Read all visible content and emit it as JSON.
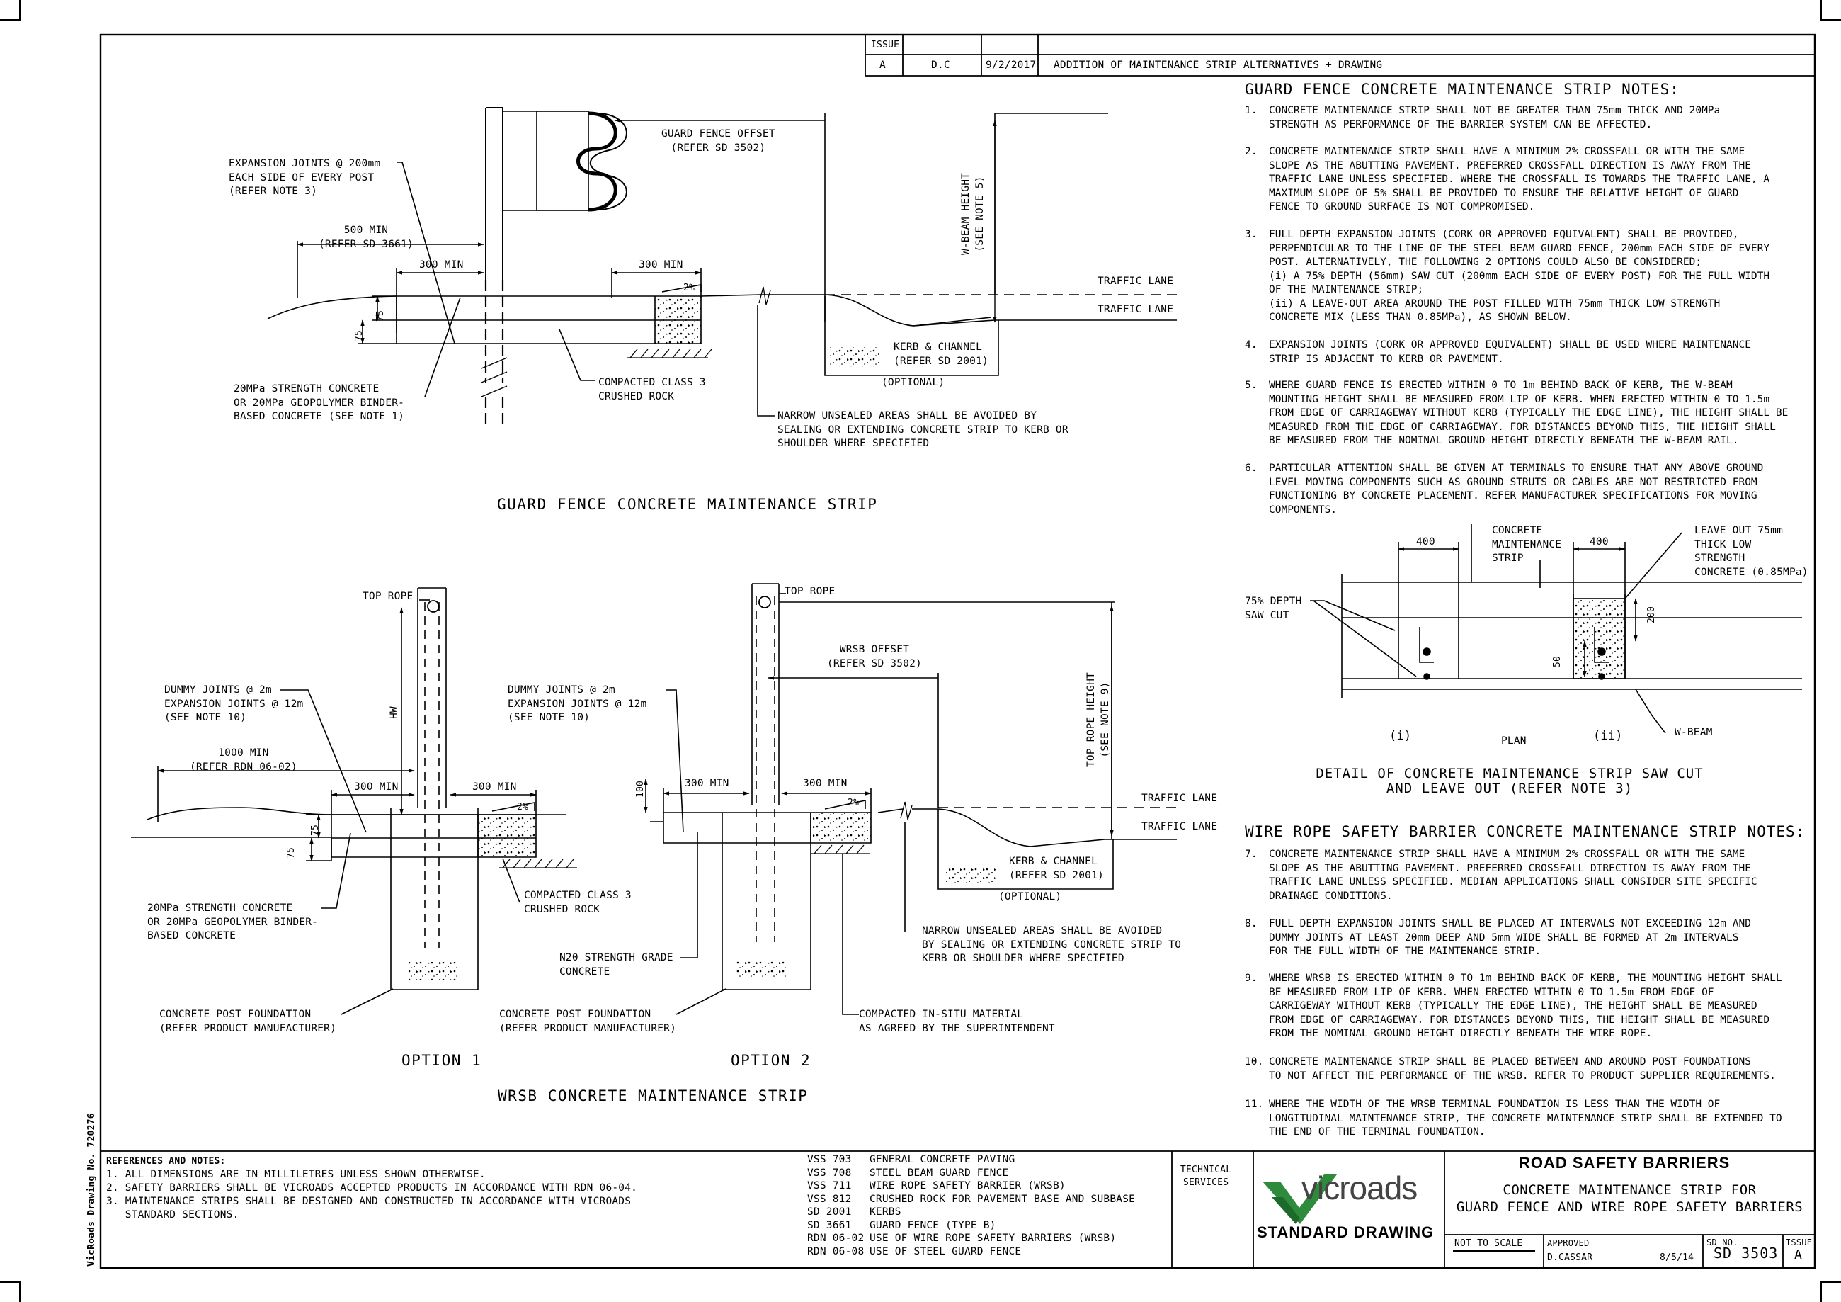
{
  "issue_table": {
    "header": "ISSUE",
    "issue": "A",
    "by": "D.C",
    "date": "9/2/2017",
    "description": "ADDITION OF MAINTENANCE STRIP ALTERNATIVES + DRAWING"
  },
  "gf": {
    "caption": "GUARD FENCE CONCRETE MAINTENANCE STRIP",
    "expansion_joints": "EXPANSION JOINTS @ 200mm\nEACH SIDE OF EVERY POST\n(REFER NOTE 3)",
    "min500": "500 MIN\n(REFER SD 3661)",
    "min300a": "300 MIN",
    "min300b": "300 MIN",
    "offset": "GUARD FENCE OFFSET\n(REFER SD 3502)",
    "wbeam_height": "W-BEAM HEIGHT\n(SEE NOTE 5)",
    "traffic_lane_1": "TRAFFIC LANE",
    "traffic_lane_2": "TRAFFIC LANE",
    "pct": "2%",
    "dim75a": "75",
    "dim75b": "75",
    "kerb": "KERB & CHANNEL\n(REFER SD 2001)",
    "optional": "(OPTIONAL)",
    "concrete": "20MPa STRENGTH CONCRETE\nOR 20MPa GEOPOLYMER BINDER-\nBASED CONCRETE (SEE NOTE 1)",
    "crushed": "COMPACTED CLASS 3\nCRUSHED ROCK",
    "narrow": "NARROW UNSEALED AREAS SHALL BE AVOIDED BY\nSEALING OR EXTENDING CONCRETE STRIP TO KERB OR\nSHOULDER WHERE SPECIFIED"
  },
  "wrsb": {
    "caption": "WRSB CONCRETE MAINTENANCE STRIP",
    "option1": "OPTION 1",
    "option2": "OPTION 2",
    "top_rope_1": "TOP ROPE",
    "top_rope_2": "TOP ROPE",
    "hw": "HW",
    "dummy_1": "DUMMY JOINTS @ 2m\nEXPANSION JOINTS @ 12m\n(SEE NOTE 10)",
    "dummy_2": "DUMMY JOINTS @ 2m\nEXPANSION JOINTS @ 12m\n(SEE NOTE 10)",
    "min1000": "1000 MIN\n(REFER RDN 06-02)",
    "o1_min300a": "300 MIN",
    "o1_min300b": "300 MIN",
    "o2_min300a": "300 MIN",
    "o2_min300b": "300 MIN",
    "pct1": "2%",
    "pct2": "2%",
    "dim100": "100",
    "dim75a": "75",
    "dim75b": "75",
    "offset": "WRSB OFFSET\n(REFER SD 3502)",
    "top_rope_height": "TOP ROPE HEIGHT\n(SEE NOTE 9)",
    "traffic_lane_1": "TRAFFIC LANE",
    "traffic_lane_2": "TRAFFIC LANE",
    "kerb": "KERB & CHANNEL\n(REFER SD 2001)",
    "optional": "(OPTIONAL)",
    "concrete": "20MPa STRENGTH CONCRETE\nOR 20MPa GEOPOLYMER BINDER-\nBASED CONCRETE",
    "crushed": "COMPACTED CLASS 3\nCRUSHED ROCK",
    "n20": "N20 STRENGTH GRADE\nCONCRETE",
    "narrow": "NARROW UNSEALED AREAS SHALL BE AVOIDED\nBY SEALING OR EXTENDING CONCRETE STRIP TO\nKERB OR SHOULDER WHERE SPECIFIED",
    "post_foundation_1": "CONCRETE POST FOUNDATION\n(REFER PRODUCT MANUFACTURER)",
    "post_foundation_2": "CONCRETE POST FOUNDATION\n(REFER PRODUCT MANUFACTURER)",
    "insitu": "COMPACTED IN-SITU MATERIAL\nAS AGREED BY THE SUPERINTENDENT"
  },
  "gf_notes": {
    "heading": "GUARD FENCE CONCRETE MAINTENANCE STRIP NOTES:",
    "items": [
      {
        "num": "1.",
        "text": "CONCRETE MAINTENANCE STRIP SHALL NOT BE GREATER THAN 75mm THICK AND 20MPa\nSTRENGTH AS PERFORMANCE OF THE BARRIER SYSTEM CAN BE AFFECTED."
      },
      {
        "num": "2.",
        "text": "CONCRETE MAINTENANCE STRIP SHALL HAVE A MINIMUM 2% CROSSFALL OR WITH THE SAME\nSLOPE AS THE ABUTTING PAVEMENT. PREFERRED CROSSFALL DIRECTION IS AWAY FROM THE\nTRAFFIC LANE UNLESS SPECIFIED. WHERE THE CROSSFALL IS TOWARDS THE TRAFFIC LANE, A\nMAXIMUM SLOPE OF 5% SHALL BE PROVIDED TO ENSURE THE RELATIVE HEIGHT OF GUARD\nFENCE TO GROUND SURFACE IS NOT COMPROMISED."
      },
      {
        "num": "3.",
        "text": "FULL DEPTH EXPANSION JOINTS (CORK OR APPROVED EQUIVALENT) SHALL BE PROVIDED,\nPERPENDICULAR TO THE LINE OF THE STEEL BEAM GUARD FENCE, 200mm EACH SIDE OF EVERY\nPOST. ALTERNATIVELY, THE FOLLOWING 2 OPTIONS COULD ALSO BE CONSIDERED;\n(i) A 75% DEPTH (56mm) SAW CUT (200mm EACH SIDE OF EVERY POST) FOR THE FULL WIDTH\nOF THE MAINTENANCE STRIP;\n(ii) A LEAVE-OUT AREA AROUND THE POST FILLED WITH 75mm THICK LOW STRENGTH\nCONCRETE MIX (LESS THAN 0.85MPa), AS SHOWN BELOW."
      },
      {
        "num": "4.",
        "text": "EXPANSION JOINTS (CORK OR APPROVED EQUIVALENT) SHALL BE USED WHERE MAINTENANCE\nSTRIP IS ADJACENT TO KERB OR PAVEMENT."
      },
      {
        "num": "5.",
        "text": "WHERE GUARD FENCE IS ERECTED WITHIN 0 TO 1m BEHIND BACK OF KERB, THE W-BEAM\nMOUNTING HEIGHT SHALL BE MEASURED FROM LIP OF KERB. WHEN ERECTED WITHIN 0 TO 1.5m\nFROM EDGE OF CARRIAGEWAY WITHOUT KERB (TYPICALLY THE EDGE LINE), THE HEIGHT SHALL BE\nMEASURED FROM THE EDGE OF CARRIAGEWAY. FOR DISTANCES BEYOND THIS, THE HEIGHT SHALL\nBE MEASURED FROM THE NOMINAL GROUND HEIGHT DIRECTLY BENEATH THE W-BEAM RAIL."
      },
      {
        "num": "6.",
        "text": "PARTICULAR ATTENTION SHALL BE GIVEN AT TERMINALS TO ENSURE THAT ANY ABOVE GROUND\nLEVEL MOVING COMPONENTS SUCH AS GROUND STRUTS OR CABLES ARE NOT RESTRICTED FROM\nFUNCTIONING BY CONCRETE PLACEMENT. REFER MANUFACTURER SPECIFICATIONS FOR MOVING\nCOMPONENTS."
      }
    ]
  },
  "detail": {
    "dim400a": "400",
    "dim400b": "400",
    "concrete_strip": "CONCRETE\nMAINTENANCE\nSTRIP",
    "leave_out": "LEAVE OUT 75mm\nTHICK LOW\nSTRENGTH\nCONCRETE (0.85MPa)",
    "saw_cut": "75% DEPTH\nSAW CUT",
    "dim200": "200",
    "dim50": "50",
    "label_i": "(i)",
    "label_plan": "PLAN",
    "label_ii": "(ii)",
    "wbeam": "W-BEAM",
    "caption": "DETAIL OF CONCRETE MAINTENANCE STRIP SAW CUT\nAND LEAVE OUT (REFER NOTE 3)"
  },
  "wrsb_notes": {
    "heading": "WIRE ROPE SAFETY BARRIER CONCRETE MAINTENANCE STRIP NOTES:",
    "items": [
      {
        "num": "7.",
        "text": "CONCRETE MAINTENANCE STRIP SHALL HAVE A MINIMUM 2% CROSSFALL OR WITH THE SAME\nSLOPE AS THE ABUTTING PAVEMENT. PREFERRED CROSSFALL DIRECTION IS AWAY FROM THE\nTRAFFIC LANE UNLESS SPECIFIED. MEDIAN APPLICATIONS SHALL CONSIDER SITE SPECIFIC\nDRAINAGE CONDITIONS."
      },
      {
        "num": "8.",
        "text": "FULL DEPTH EXPANSION JOINTS SHALL BE PLACED AT INTERVALS NOT EXCEEDING 12m AND\nDUMMY JOINTS AT LEAST 20mm DEEP AND 5mm WIDE SHALL BE FORMED AT 2m INTERVALS\nFOR THE FULL WIDTH OF THE MAINTENANCE STRIP."
      },
      {
        "num": "9.",
        "text": "WHERE WRSB IS ERECTED WITHIN 0 TO 1m BEHIND BACK OF KERB, THE MOUNTING HEIGHT SHALL\nBE MEASURED FROM LIP OF KERB. WHEN ERECTED WITHIN 0 TO 1.5m FROM EDGE OF\nCARRIGEWAY WITHOUT KERB (TYPICALLY THE EDGE LINE), THE HEIGHT SHALL BE MEASURED\nFROM EDGE OF CARRIAGEWAY. FOR DISTANCES BEYOND THIS, THE HEIGHT SHALL BE MEASURED\nFROM THE NOMINAL GROUND HEIGHT DIRECTLY BENEATH THE WIRE ROPE."
      },
      {
        "num": "10.",
        "text": "CONCRETE MAINTENANCE STRIP SHALL BE PLACED BETWEEN AND AROUND POST FOUNDATIONS\nTO NOT AFFECT THE PERFORMANCE OF THE WRSB. REFER TO PRODUCT SUPPLIER REQUIREMENTS."
      },
      {
        "num": "11.",
        "text": "WHERE THE WIDTH OF THE WRSB TERMINAL FOUNDATION IS LESS THAN THE WIDTH OF\nLONGITUDINAL MAINTENANCE STRIP, THE CONCRETE MAINTENANCE STRIP SHALL BE EXTENDED TO\nTHE END OF THE TERMINAL FOUNDATION."
      }
    ]
  },
  "title_block": {
    "refs_heading": "REFERENCES AND NOTES:",
    "refs": "1. ALL DIMENSIONS ARE IN MILLILETRES UNLESS SHOWN OTHERWISE.\n2. SAFETY BARRIERS SHALL BE VICROADS ACCEPTED PRODUCTS IN ACCORDANCE WITH RDN 06-04.\n3. MAINTENANCE STRIPS SHALL BE DESIGNED AND CONSTRUCTED IN ACCORDANCE WITH VICROADS\n   STANDARD SECTIONS.",
    "std_codes": "VSS 703\nVSS 708\nVSS 711\nVSS 812\nSD 2001\nSD 3661\nRDN 06-02\nRDN 06-08",
    "std_titles": "GENERAL CONCRETE PAVING\nSTEEL BEAM GUARD FENCE\nWIRE ROPE SAFETY BARRIER (WRSB)\nCRUSHED ROCK FOR PAVEMENT BASE AND SUBBASE\nKERBS\nGUARD FENCE (TYPE B)\nUSE OF WIRE ROPE SAFETY BARRIERS (WRSB)\nUSE OF STEEL GUARD FENCE",
    "tech_services": "TECHNICAL\nSERVICES",
    "logo_text": "vicroads",
    "standard_drawing": "STANDARD DRAWING",
    "title_main": "ROAD SAFETY BARRIERS",
    "title_sub": "CONCRETE MAINTENANCE STRIP FOR\nGUARD FENCE AND WIRE ROPE SAFETY BARRIERS",
    "not_to_scale": "NOT TO SCALE",
    "approved_label": "APPROVED",
    "approved_by": "D.CASSAR",
    "approved_date": "8/5/14",
    "sd_no_label": "SD NO.",
    "sd_no": "SD 3503",
    "issue_label": "ISSUE",
    "issue": "A",
    "side_label": "VicRoads Drawing No. 720276",
    "brand_green": "#2e8b3c"
  }
}
